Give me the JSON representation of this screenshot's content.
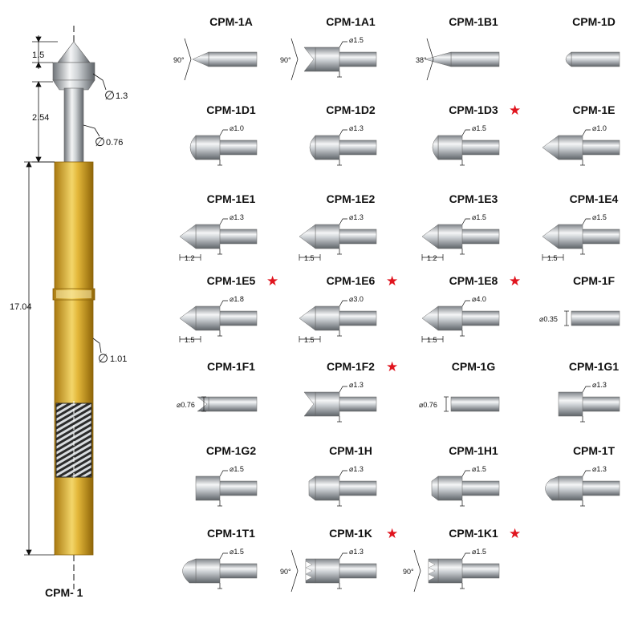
{
  "main_probe": {
    "label": "CPM- 1",
    "dims": {
      "tip_length": "1.5",
      "step_length": "2.54",
      "total_length": "17.04",
      "tip_diameter": "1.3",
      "plunger_diameter": "0.76",
      "barrel_diameter": "1.01"
    },
    "diameter_symbol": "∅"
  },
  "tips": [
    {
      "name": "CPM-1A",
      "star": false,
      "shape": "cone",
      "callout": "",
      "angle": "90°",
      "width_note": ""
    },
    {
      "name": "CPM-1A1",
      "star": false,
      "shape": "cup_step",
      "callout": "⌀1.5",
      "angle": "90°",
      "width_note": ""
    },
    {
      "name": "CPM-1B1",
      "star": false,
      "shape": "sharp",
      "callout": "",
      "angle": "38°",
      "width_note": ""
    },
    {
      "name": "CPM-1D",
      "star": false,
      "shape": "round",
      "callout": "",
      "angle": "",
      "width_note": ""
    },
    {
      "name": "CPM-1D1",
      "star": false,
      "shape": "round_step",
      "callout": "⌀1.0",
      "angle": "",
      "width_note": ""
    },
    {
      "name": "CPM-1D2",
      "star": false,
      "shape": "round_step",
      "callout": "⌀1.3",
      "angle": "",
      "width_note": ""
    },
    {
      "name": "CPM-1D3",
      "star": true,
      "shape": "round_step",
      "callout": "⌀1.5",
      "angle": "",
      "width_note": ""
    },
    {
      "name": "CPM-1E",
      "star": false,
      "shape": "cone_step",
      "callout": "⌀1.0",
      "angle": "",
      "width_note": ""
    },
    {
      "name": "CPM-1E1",
      "star": false,
      "shape": "cone_step",
      "callout": "⌀1.3",
      "angle": "",
      "width_note": "1.2"
    },
    {
      "name": "CPM-1E2",
      "star": false,
      "shape": "cone_step",
      "callout": "⌀1.3",
      "angle": "",
      "width_note": "1.5"
    },
    {
      "name": "CPM-1E3",
      "star": false,
      "shape": "cone_step",
      "callout": "⌀1.5",
      "angle": "",
      "width_note": "1.2"
    },
    {
      "name": "CPM-1E4",
      "star": false,
      "shape": "cone_step",
      "callout": "⌀1.5",
      "angle": "",
      "width_note": "1.5"
    },
    {
      "name": "CPM-1E5",
      "star": true,
      "shape": "cone_step",
      "callout": "⌀1.8",
      "angle": "",
      "width_note": "1.5"
    },
    {
      "name": "CPM-1E6",
      "star": true,
      "shape": "cone_step",
      "callout": "⌀3.0",
      "angle": "",
      "width_note": "1.5"
    },
    {
      "name": "CPM-1E8",
      "star": true,
      "shape": "cone_step",
      "callout": "⌀4.0",
      "angle": "",
      "width_note": "1.5"
    },
    {
      "name": "CPM-1F",
      "star": false,
      "shape": "flat",
      "callout": "",
      "angle": "",
      "width_note": "⌀0.35"
    },
    {
      "name": "CPM-1F1",
      "star": false,
      "shape": "cup",
      "callout": "",
      "angle": "",
      "width_note": "⌀0.76"
    },
    {
      "name": "CPM-1F2",
      "star": true,
      "shape": "crown_step",
      "callout": "⌀1.3",
      "angle": "",
      "width_note": ""
    },
    {
      "name": "CPM-1G",
      "star": false,
      "shape": "flat",
      "callout": "",
      "angle": "",
      "width_note": "⌀0.76"
    },
    {
      "name": "CPM-1G1",
      "star": false,
      "shape": "flat_step",
      "callout": "⌀1.3",
      "angle": "",
      "width_note": ""
    },
    {
      "name": "CPM-1G2",
      "star": false,
      "shape": "flat_step",
      "callout": "⌀1.5",
      "angle": "",
      "width_note": ""
    },
    {
      "name": "CPM-1H",
      "star": false,
      "shape": "chamfer_step",
      "callout": "⌀1.3",
      "angle": "",
      "width_note": ""
    },
    {
      "name": "CPM-1H1",
      "star": false,
      "shape": "chamfer_step",
      "callout": "⌀1.5",
      "angle": "",
      "width_note": ""
    },
    {
      "name": "CPM-1T",
      "star": false,
      "shape": "dome_step",
      "callout": "⌀1.3",
      "angle": "",
      "width_note": ""
    },
    {
      "name": "CPM-1T1",
      "star": false,
      "shape": "dome_step",
      "callout": "⌀1.5",
      "angle": "",
      "width_note": ""
    },
    {
      "name": "CPM-1K",
      "star": true,
      "shape": "serrated_step",
      "callout": "⌀1.3",
      "angle": "90°",
      "width_note": ""
    },
    {
      "name": "CPM-1K1",
      "star": true,
      "shape": "serrated_step",
      "callout": "⌀1.5",
      "angle": "90°",
      "width_note": ""
    }
  ],
  "colors": {
    "steel_dark": "#6f7479",
    "steel_light": "#f4f5f6",
    "gold_dark": "#a9790f",
    "gold_light": "#f3d66a",
    "star": "#e0141e"
  }
}
